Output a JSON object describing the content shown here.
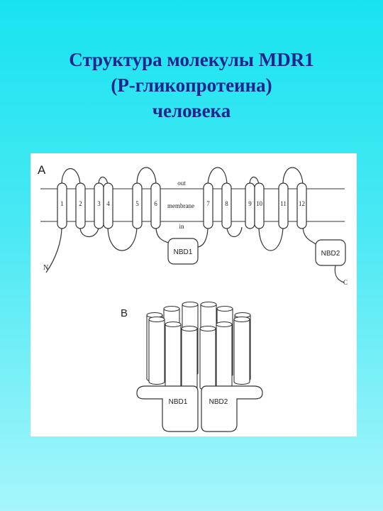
{
  "slide": {
    "title_lines": [
      "Структура молекулы MDR1",
      "(P-гликопротеина)",
      "человека"
    ]
  },
  "diagram": {
    "panel_a": {
      "label": "A",
      "region_labels": {
        "out": "out",
        "membrane": "membrane",
        "in": "in"
      },
      "helices": [
        "1",
        "2",
        "3",
        "4",
        "5",
        "6",
        "7",
        "8",
        "9",
        "10",
        "11",
        "12"
      ],
      "domains": [
        "NBD1",
        "NBD2"
      ],
      "termini": {
        "n": "N",
        "c": "C"
      }
    },
    "panel_b": {
      "label": "B",
      "domains": [
        "NBD1",
        "NBD2"
      ]
    }
  }
}
